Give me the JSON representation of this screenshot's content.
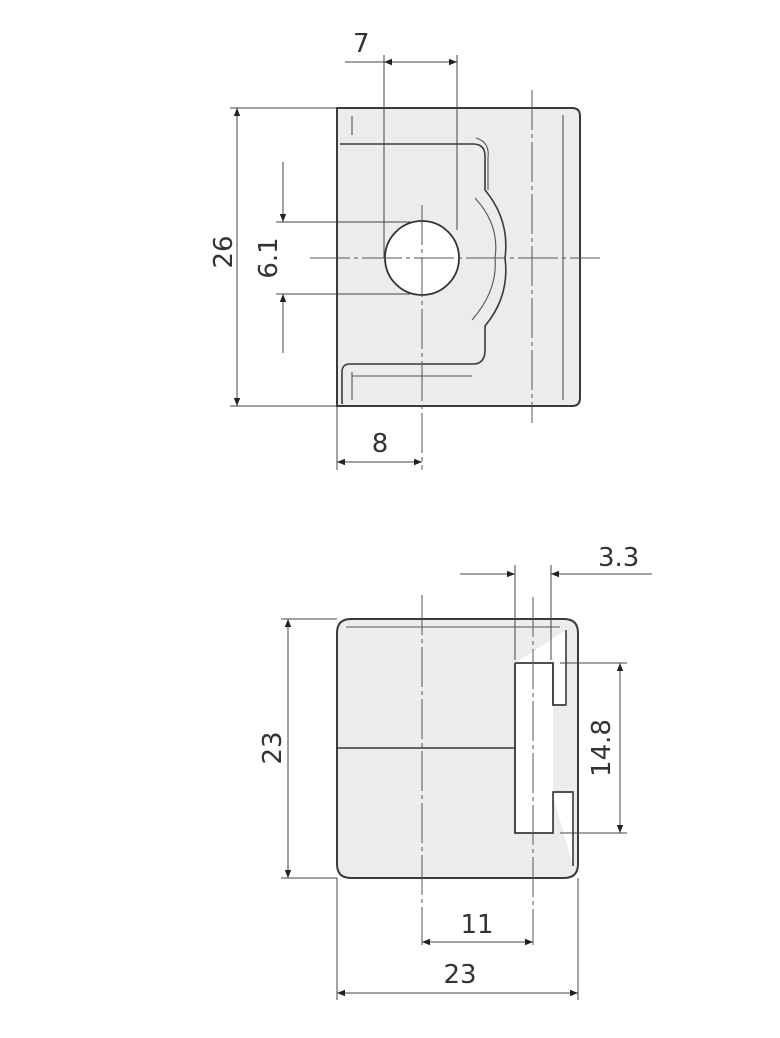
{
  "top_view": {
    "dimensions": {
      "slot_width": "7",
      "height": "26",
      "hole_diameter": "6.1",
      "hole_offset": "8"
    }
  },
  "bottom_view": {
    "dimensions": {
      "slot_gap": "3.3",
      "height": "23",
      "slot_height": "14.8",
      "slot_offset": "11",
      "width": "23"
    }
  }
}
